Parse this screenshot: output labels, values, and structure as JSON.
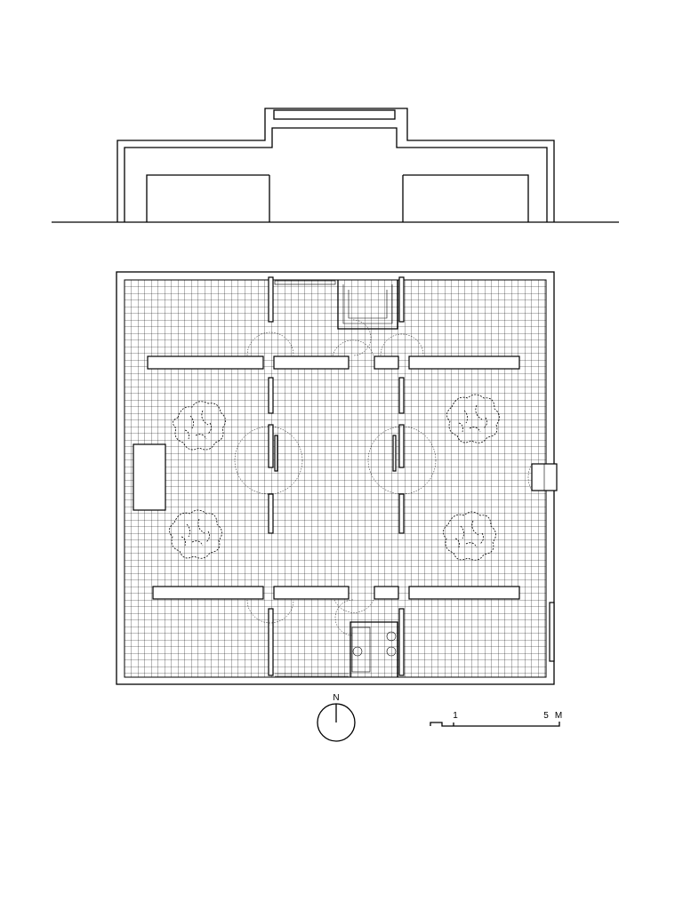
{
  "north": {
    "label": "N"
  },
  "scale": {
    "tick_one": "1",
    "tick_five": "5",
    "unit": "M"
  }
}
